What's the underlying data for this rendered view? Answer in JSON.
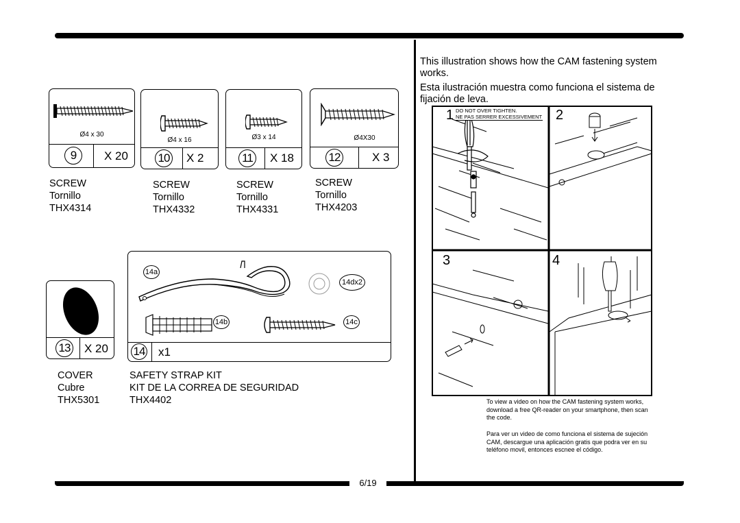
{
  "page_number": "6/19",
  "screws": [
    {
      "dim": "Ø4 x 30",
      "num": "9",
      "qty": "X 20",
      "lines": [
        "SCREW",
        "Tornillo",
        "THX4314"
      ]
    },
    {
      "dim": "Ø4 x 16",
      "num": "10",
      "qty": "X 2",
      "lines": [
        "SCREW",
        "Tornillo",
        "THX4332"
      ]
    },
    {
      "dim": "Ø3 x 14",
      "num": "11",
      "qty": "X 18",
      "lines": [
        "SCREW",
        "Tornillo",
        "THX4331"
      ]
    },
    {
      "dim": "Ø4X30",
      "num": "12",
      "qty": "X 3",
      "lines": [
        "SCREW",
        "Tornillo",
        "THX4203"
      ]
    }
  ],
  "cover": {
    "num": "13",
    "qty": "X 20",
    "lines": [
      "COVER",
      "Cubre",
      "THX5301"
    ]
  },
  "strap_kit": {
    "num": "14",
    "qty": "x1",
    "parts": {
      "a": "14a",
      "b": "14b",
      "c": "14c",
      "d": "14dx2"
    },
    "lines": [
      "SAFETY STRAP KIT",
      "KIT DE LA CORREA DE SEGURIDAD",
      "THX4402"
    ]
  },
  "cam": {
    "intro_en": [
      "This illustration shows how the CAM fastening system",
      "works."
    ],
    "intro_es": [
      "Esta ilustración muestra como funciona el sistema de",
      "fijación de leva."
    ],
    "steps": [
      "1",
      "2",
      "3",
      "4"
    ],
    "warning": [
      "DO NOT OVER TIGHTEN.",
      "NE PAS SERRER EXCESSIVEMENT"
    ],
    "video_en": [
      "To view a video on how the CAM fastening system works,",
      "download a free QR-reader on your smartphone, then scan",
      "the code."
    ],
    "video_es": [
      "Para ver un video de como funciona el sistema de sujeción",
      "CAM, descargue una aplicación gratis que podra ver en su",
      "teléfono movil, entonces escnee el código."
    ]
  }
}
